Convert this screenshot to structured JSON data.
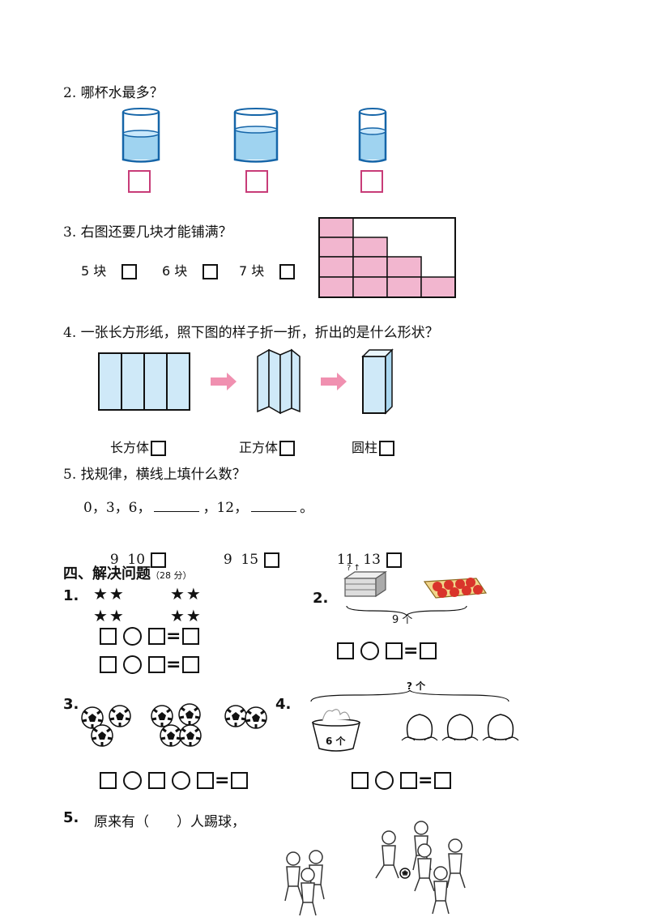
{
  "q2": {
    "text": "2. 哪杯水最多？"
  },
  "q3": {
    "text": "3.  右图还要几块才能铺满？",
    "options": [
      "5 块",
      "6 块",
      "7 块"
    ]
  },
  "q4": {
    "text": "4. 一张长方形纸，照下图的样子折一折，折出的是什么形状？",
    "options": [
      "长方体",
      "正方体",
      "圆柱"
    ]
  },
  "q5": {
    "text": "5. 找规律，横线上填什么数？",
    "seq_a": "0，3，6，",
    "seq_b": "，12，",
    "seq_c": "。",
    "options": [
      "9  10",
      "9  15",
      "11  13"
    ]
  },
  "section4": {
    "title": "四、解决问题",
    "points": "（28 分）"
  },
  "p1": {
    "num": "1.",
    "star": "★★"
  },
  "p2": {
    "num": "2.",
    "brace_label": "9 个",
    "q_marks": "? ↑"
  },
  "p3": {
    "num": "3."
  },
  "p4": {
    "num": "4.",
    "brace_label": "? 个",
    "basket_label": "6 个"
  },
  "p5": {
    "num": "5.",
    "text": "原来有（　　）人踢球，"
  },
  "colors": {
    "water": "#9fd3f0",
    "pink_box": "#c83c78",
    "tile": "#f2b6cf",
    "paper": "#cfe9f8",
    "arrow": "#f090b0"
  }
}
